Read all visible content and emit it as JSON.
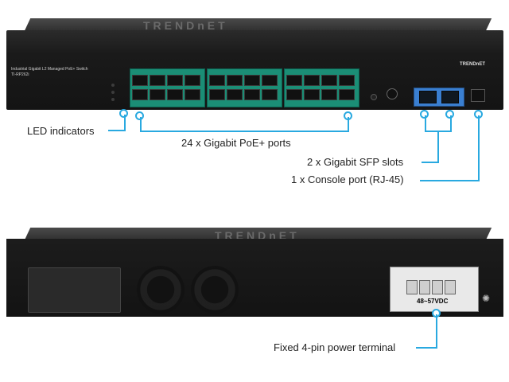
{
  "product": {
    "brand": "TRENDnET",
    "front_title": "Industrial Gigabit L2 Managed PoE+ Switch",
    "model": "TI-RP262i"
  },
  "callouts": {
    "led": "LED indicators",
    "poe_ports": "24 x Gigabit PoE+ ports",
    "sfp": "2 x Gigabit SFP slots",
    "console": "1 x Console port (RJ-45)",
    "power": "Fixed 4-pin power terminal"
  },
  "rear": {
    "voltage": "48~57VDC"
  },
  "colors": {
    "callout": "#29a9e0",
    "poe_block": "#1b8e76",
    "sfp_block": "#3a7fd1"
  }
}
